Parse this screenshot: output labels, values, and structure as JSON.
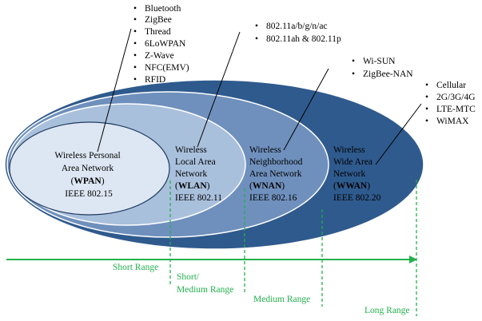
{
  "colors": {
    "wwan_fill": "#2f5a8d",
    "wnan_fill": "#6f90bd",
    "wlan_fill": "#a9c0dd",
    "wpan_fill": "#dde7f3",
    "range_green": "#22b14c"
  },
  "networks": [
    {
      "id": "wpan",
      "lines": [
        "Wireless Personal",
        "Area Network"
      ],
      "abbr": "WPAN",
      "standard": "IEEE 802.15",
      "technologies": [
        "Bluetooth",
        "ZigBee",
        "Thread",
        "6LoWPAN",
        "Z-Wave",
        "NFC(EMV)",
        "RFID"
      ]
    },
    {
      "id": "wlan",
      "lines": [
        "Wireless",
        "Local Area",
        "Network"
      ],
      "abbr": "WLAN",
      "standard": "IEEE 802.11",
      "technologies": [
        "802.11a/b/g/n/ac",
        "802.11ah & 802.11p"
      ]
    },
    {
      "id": "wnan",
      "lines": [
        "Wireless",
        "Neighborhood",
        "Area Network"
      ],
      "abbr": "WNAN",
      "standard": "IEEE 802.16",
      "technologies": [
        "Wi-SUN",
        "ZigBee-NAN"
      ]
    },
    {
      "id": "wwan",
      "lines": [
        "Wireless",
        "Wide Area",
        "Network"
      ],
      "abbr": "WWAN",
      "standard": "IEEE 802.20",
      "technologies": [
        "Cellular",
        "2G/3G/4G",
        "LTE-MTC",
        "WiMAX"
      ]
    }
  ],
  "ranges": {
    "short": "Short Range",
    "short_medium": [
      "Short/",
      "Medium Range"
    ],
    "medium": "Medium Range",
    "long": "Long Range"
  },
  "bullet_glyph": "•"
}
